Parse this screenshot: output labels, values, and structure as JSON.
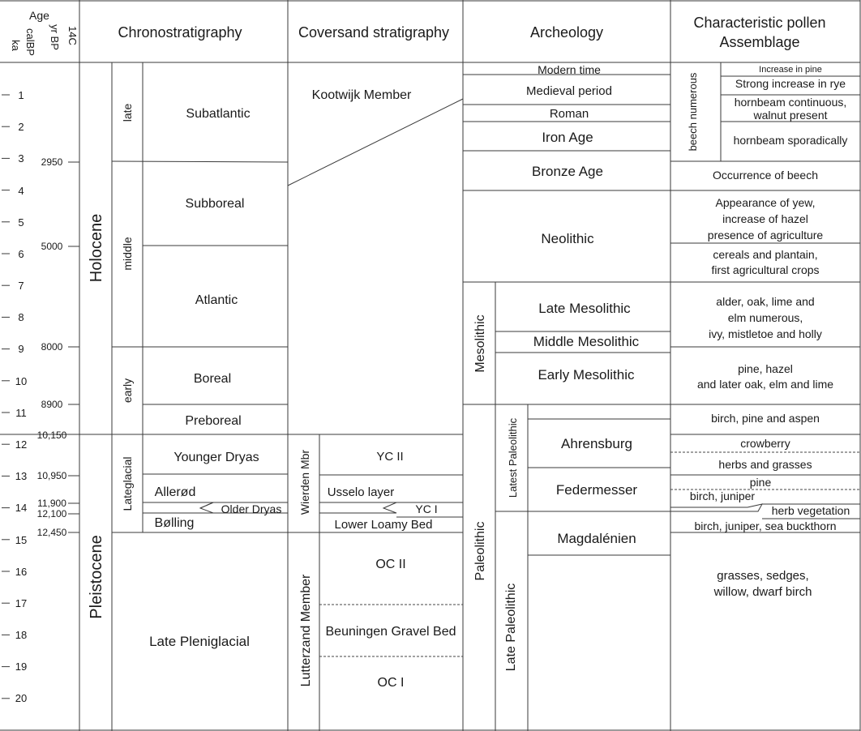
{
  "header": {
    "age": "Age",
    "ka": "ka",
    "calbp": "calBP",
    "yrbp": "yr BP",
    "c14": "14C",
    "chrono": "Chronostratigraphy",
    "coversand": "Coversand stratigraphy",
    "archeology": "Archeology",
    "pollen_line1": "Characteristic pollen",
    "pollen_line2": "Assemblage"
  },
  "ka_ticks": [
    "1",
    "2",
    "3",
    "4",
    "5",
    "6",
    "7",
    "8",
    "9",
    "10",
    "11",
    "12",
    "13",
    "14",
    "15",
    "16",
    "17",
    "18",
    "19",
    "20"
  ],
  "c14_labels": [
    "2950",
    "5000",
    "8000",
    "8900",
    "10,150",
    "10,950",
    "11,900",
    "12,100",
    "12,450"
  ],
  "chronostratigraphy": {
    "epochs": [
      "Holocene",
      "Pleistocene"
    ],
    "stages": [
      "late",
      "middle",
      "early",
      "Lateglacial"
    ],
    "periods": [
      "Subatlantic",
      "Subboreal",
      "Atlantic",
      "Boreal",
      "Preboreal",
      "Younger Dryas",
      "Allerød",
      "Older Dryas",
      "Bølling",
      "Late Pleniglacial"
    ]
  },
  "coversand": {
    "members": [
      "Kootwijk Member",
      "Wierden Mbr",
      "Lutterzand Member"
    ],
    "beds": [
      "YC II",
      "Usselo layer",
      "YC I",
      "Lower Loamy Bed",
      "OC II",
      "Beuningen Gravel Bed",
      "OC I"
    ]
  },
  "archeology": {
    "periods": [
      "Modern time",
      "Medieval period",
      "Roman",
      "Iron Age",
      "Bronze Age",
      "Neolithic"
    ],
    "groups": [
      "Mesolithic",
      "Paleolithic",
      "Latest Paleolithic",
      "Late Paleolithic"
    ],
    "cultures": [
      "Late Mesolithic",
      "Middle Mesolithic",
      "Early Mesolithic",
      "Ahrensburg",
      "Federmesser",
      "Magdalénien"
    ]
  },
  "pollen": {
    "beech_label": "beech numerous",
    "items": [
      {
        "lines": [
          "Increase in pine"
        ]
      },
      {
        "lines": [
          "Strong increase in rye"
        ]
      },
      {
        "lines": [
          "hornbeam continuous,",
          "walnut present"
        ]
      },
      {
        "lines": [
          "hornbeam sporadically"
        ]
      },
      {
        "lines": [
          "Occurrence of beech"
        ]
      },
      {
        "lines": [
          "Appearance of  yew,",
          "increase of hazel",
          "presence of agriculture"
        ]
      },
      {
        "lines": [
          "cereals and plantain,",
          "first agricultural crops"
        ]
      },
      {
        "lines": [
          "alder, oak, lime and",
          "elm numerous,",
          "ivy, mistletoe and holly"
        ]
      },
      {
        "lines": [
          "pine, hazel",
          "and later oak, elm and lime"
        ]
      },
      {
        "lines": [
          "birch, pine and aspen"
        ]
      },
      {
        "lines": [
          "crowberry"
        ]
      },
      {
        "lines": [
          "herbs and grasses"
        ]
      },
      {
        "lines": [
          "pine"
        ]
      },
      {
        "lines": [
          "birch, juniper"
        ]
      },
      {
        "lines": [
          "herb vegetation"
        ]
      },
      {
        "lines": [
          "birch, juniper, sea buckthorn"
        ]
      },
      {
        "lines": [
          "grasses, sedges,",
          "willow, dwarf birch"
        ]
      }
    ]
  }
}
